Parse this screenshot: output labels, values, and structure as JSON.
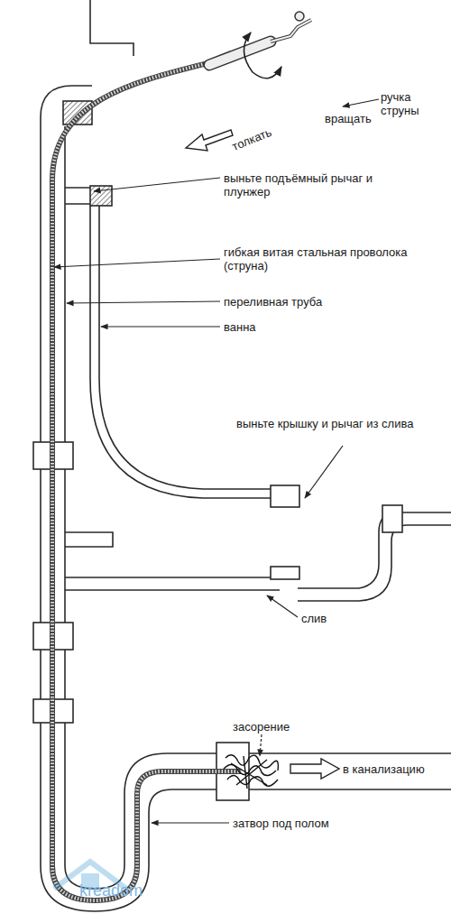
{
  "diagram": {
    "labels": [
      "ручка струны",
      "вращать",
      "толкать",
      "выньте подъёмный рычаг и плунжер",
      "гибкая витая стальная проволока (струна)",
      "переливная труба",
      "ванна",
      "выньте крышку и рычаг из слива",
      "слив",
      "засорение",
      "в канализацию",
      "затвор под полом",
      "kreadom"
    ]
  }
}
